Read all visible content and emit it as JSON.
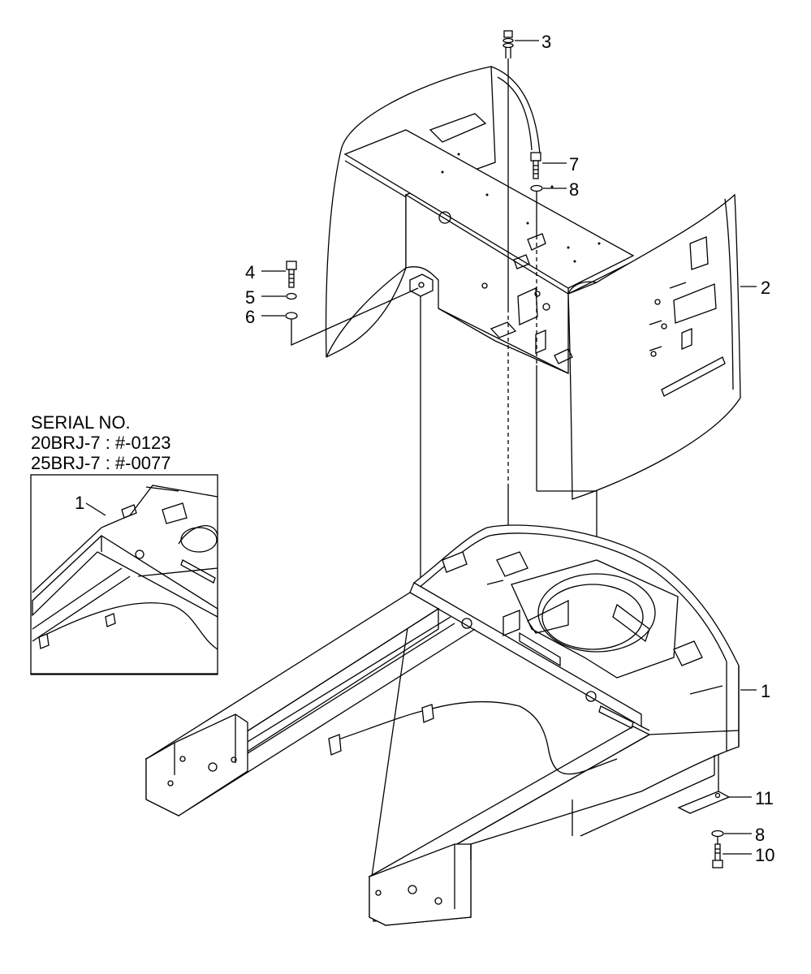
{
  "serial_block": {
    "heading": "SERIAL NO.",
    "line1": "20BRJ-7 : #-0123",
    "line2": "25BRJ-7 : #-0077"
  },
  "callouts": {
    "c1_main": "1",
    "c1_inset": "1",
    "c2": "2",
    "c3": "3",
    "c4": "4",
    "c5": "5",
    "c6": "6",
    "c7": "7",
    "c8_top": "8",
    "c8_bottom": "8",
    "c10": "10",
    "c11": "11"
  }
}
